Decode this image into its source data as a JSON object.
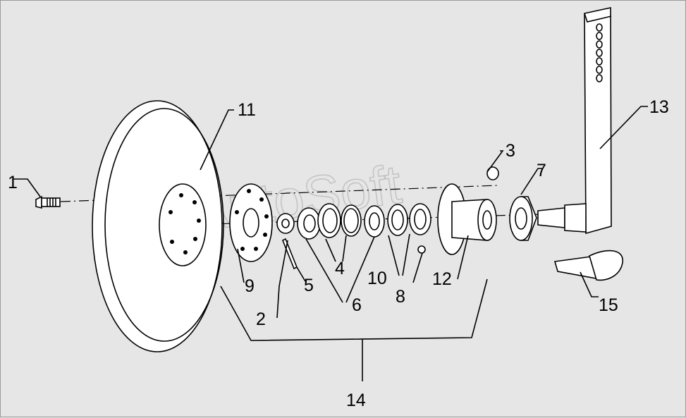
{
  "watermark": "AutoSoft",
  "labels": [
    {
      "id": "1",
      "text": "1"
    },
    {
      "id": "2",
      "text": "2"
    },
    {
      "id": "3",
      "text": "3"
    },
    {
      "id": "4",
      "text": "4"
    },
    {
      "id": "5",
      "text": "5"
    },
    {
      "id": "6",
      "text": "6"
    },
    {
      "id": "7",
      "text": "7"
    },
    {
      "id": "8",
      "text": "8"
    },
    {
      "id": "9",
      "text": "9"
    },
    {
      "id": "10",
      "text": "10"
    },
    {
      "id": "11",
      "text": "11"
    },
    {
      "id": "12",
      "text": "12"
    },
    {
      "id": "13",
      "text": "13"
    },
    {
      "id": "14",
      "text": "14"
    },
    {
      "id": "15",
      "text": "15"
    }
  ]
}
